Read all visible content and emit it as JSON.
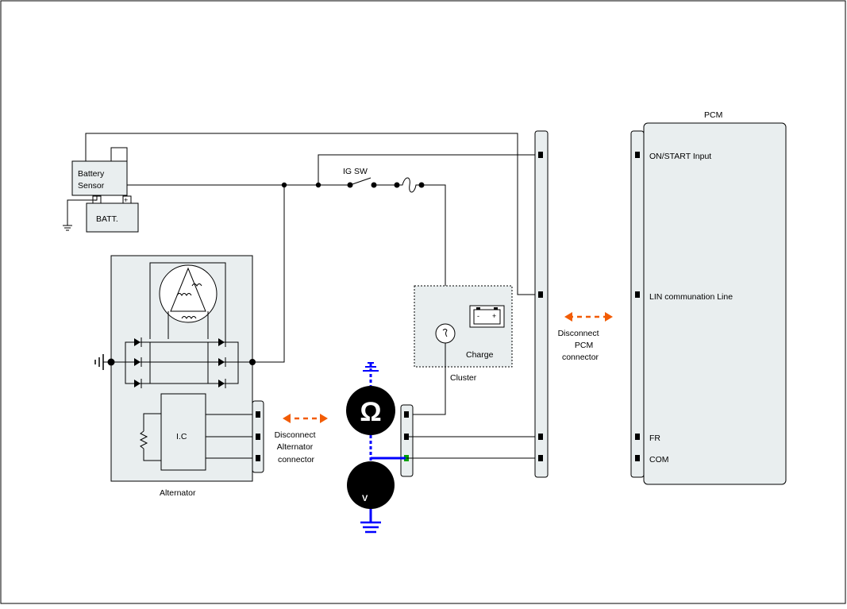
{
  "components": {
    "battery_sensor": "Battery\nSensor",
    "battery_sensor_terminals": {
      "neg": "-",
      "pos": "+"
    },
    "battery": "BATT.",
    "ig_switch": "IG SW",
    "alternator": "Alternator",
    "ic": "I.C",
    "cluster": "Cluster",
    "charge": "Charge",
    "charge_icon_terminals": {
      "neg": "-",
      "pos": "+"
    }
  },
  "pcm": {
    "title": "PCM",
    "pins": [
      "ON/START Input",
      "LIN communation Line",
      "FR",
      "COM"
    ]
  },
  "callouts": {
    "disconnect_alternator": "Disconnect\nAlternator\nconnector",
    "disconnect_pcm": "Disconnect\nPCM\nconnector"
  },
  "meters": {
    "ohmmeter": "Ω",
    "voltmeter": "V"
  },
  "colors": {
    "panel_fill": "#e9eeef",
    "arrow": "#f25c05",
    "probe": "#0000ff",
    "probe_tip": "#00a000",
    "meter": "#000000"
  }
}
